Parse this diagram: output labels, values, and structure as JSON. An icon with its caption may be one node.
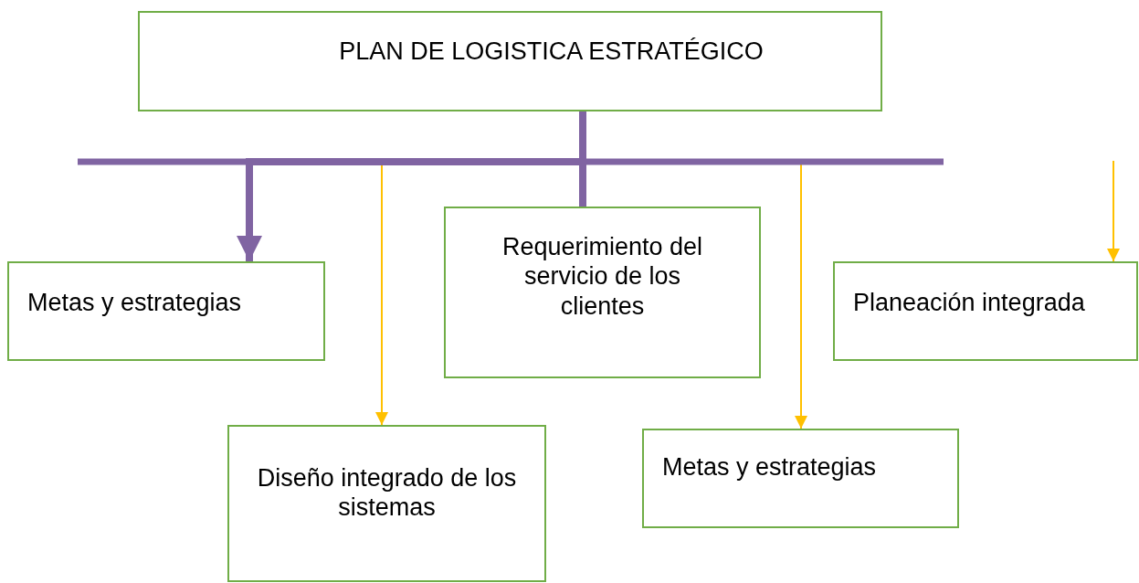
{
  "diagram": {
    "nodes": [
      {
        "text": [
          "PLAN DE LOGISTICA ESTRATÉGICO"
        ]
      },
      {
        "text": [
          "Metas y estrategias"
        ]
      },
      {
        "text": [
          "Requerimiento del servicio de los clientes"
        ]
      },
      {
        "text": [
          "Planeación integrada"
        ]
      },
      {
        "text": [
          "Diseño integrado de los sistemas"
        ]
      },
      {
        "text": [
          "Metas y estrategias"
        ]
      }
    ],
    "edges": [
      {
        "from": 0,
        "to": 1,
        "arrow": "to",
        "style": "thick",
        "color": "#8064a2"
      },
      {
        "from": 0,
        "to": 2,
        "arrow": "none",
        "style": "thick",
        "color": "#8064a2"
      },
      {
        "from": 0,
        "to": 4,
        "arrow": "to",
        "color": "#ffc000"
      },
      {
        "from": 0,
        "to": 5,
        "arrow": "to",
        "color": "#ffc000"
      },
      {
        "from": null,
        "to": 3,
        "arrow": "to",
        "color": "#ffc000"
      }
    ]
  }
}
